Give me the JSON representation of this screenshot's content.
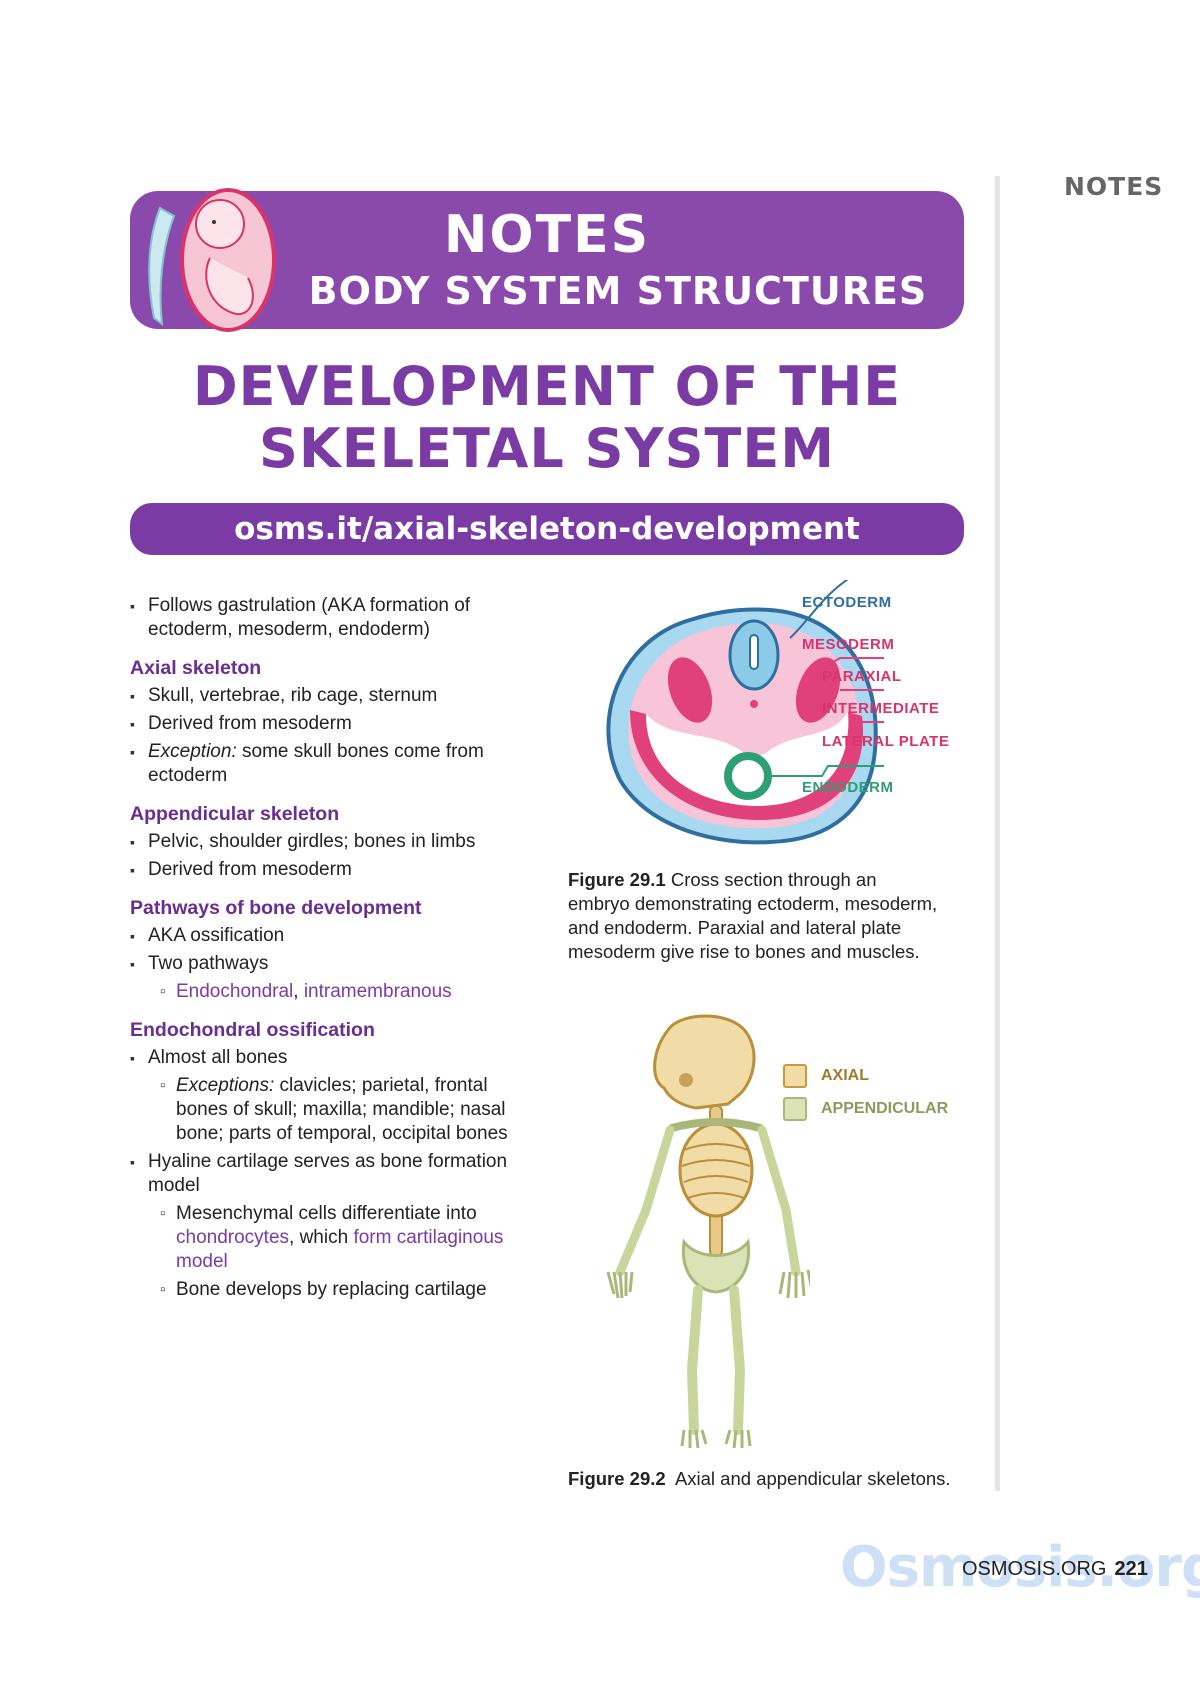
{
  "side": {
    "label": "NOTES"
  },
  "banner": {
    "title": "NOTES",
    "subtitle": "BODY SYSTEM STRUCTURES"
  },
  "main_title": {
    "line1": "DEVELOPMENT OF THE",
    "line2": "SKELETAL SYSTEM"
  },
  "link": {
    "text": "osms.it/axial-skeleton-development"
  },
  "content": {
    "intro": {
      "line1": "Follows gastrulation (AKA formation of",
      "line2": "ectoderm, mesoderm, endoderm)"
    },
    "axial": {
      "heading": "Axial skeleton",
      "b1": "Skull, vertebrae, rib cage, sternum",
      "b2": "Derived from mesoderm",
      "b3_em": "Exception:",
      "b3_rest": " some skull bones come from",
      "b3_line2": "ectoderm"
    },
    "appendicular": {
      "heading": "Appendicular skeleton",
      "b1": "Pelvic, shoulder girdles; bones in limbs",
      "b2": "Derived from mesoderm"
    },
    "pathways": {
      "heading": "Pathways of bone development",
      "b1": "AKA ossification",
      "b2": "Two pathways",
      "sub_a": "Endochondral",
      "sub_sep": ", ",
      "sub_b": "intramembranous"
    },
    "endo": {
      "heading": "Endochondral ossification",
      "b1": "Almost all bones",
      "sub1_em": "Exceptions:",
      "sub1_rest": " clavicles; parietal, frontal",
      "sub1_line2": "bones of skull; maxilla; mandible; nasal",
      "sub1_line3": "bone; parts of temporal, occipital bones",
      "b2_line1": "Hyaline cartilage serves as bone formation",
      "b2_line2": "model",
      "sub2_a": "Mesenchymal cells differentiate into",
      "sub2_b": "chondrocytes",
      "sub2_c": ", which ",
      "sub2_d": "form cartilaginous",
      "sub2_e": "model",
      "sub3": "Bone develops by replacing cartilage"
    }
  },
  "figure1": {
    "labels": {
      "ectoderm": "ECTODERM",
      "mesoderm": "MESODERM",
      "paraxial": "PARAXIAL",
      "intermediate": "INTERMEDIATE",
      "lateral": "LATERAL PLATE",
      "endoderm": "ENDODERM"
    },
    "caption_bold": "Figure 29.1",
    "caption_line1": " Cross section through an",
    "caption_line2": "embryo demonstrating ectoderm, mesoderm,",
    "caption_line3": "and endoderm. Paraxial and lateral plate",
    "caption_line4": "mesoderm give rise to bones and muscles.",
    "colors": {
      "ectoderm": "#3a7fb5",
      "mesoderm": "#e0417a",
      "endoderm": "#2e9e74"
    }
  },
  "figure2": {
    "legend": {
      "axial": "AXIAL",
      "appendicular": "APPENDICULAR"
    },
    "caption_bold": "Figure 29.2",
    "caption_rest": "  Axial and appendicular skeletons.",
    "colors": {
      "axial": "#c79a3c",
      "appendicular": "#a9b87a"
    }
  },
  "footer": {
    "site": "OSMOSIS.ORG",
    "page": "221",
    "logo": "Osmosis.org"
  }
}
